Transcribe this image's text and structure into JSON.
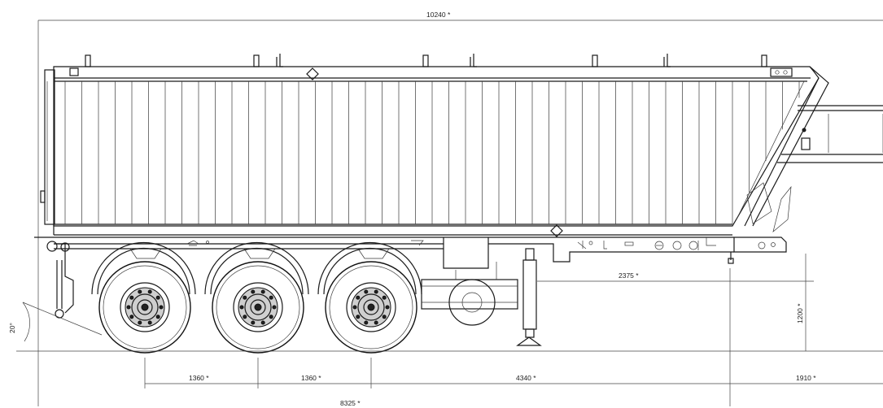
{
  "dimensions": {
    "overall_length": "10240 *",
    "axle_spacing_1": "1360 *",
    "axle_spacing_2": "1360 *",
    "axle_to_kingpin": "4340 *",
    "front_overhang": "1910 *",
    "kingpin_to_front_dim": "2375 *",
    "fifth_wheel_height": "1200 *",
    "rear_angle": "20°",
    "total_base": "8325 *"
  }
}
